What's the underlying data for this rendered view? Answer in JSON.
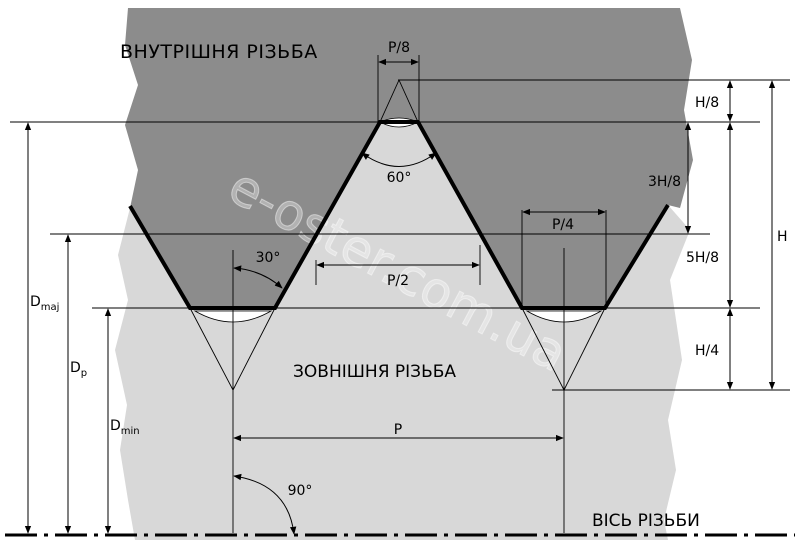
{
  "labels": {
    "internal_thread": "ВНУТРІШНЯ РІЗЬБА",
    "external_thread": "ЗОВНІШНЯ РІЗЬБА",
    "thread_axis": "ВІСЬ РІЗЬБИ",
    "p_over_8": "P/8",
    "p_over_4": "P/4",
    "p_over_2": "P/2",
    "pitch": "P",
    "angle_60": "60°",
    "angle_30": "30°",
    "angle_90": "90°",
    "h_over_8": "H/8",
    "three_h_over_8": "3H/8",
    "five_h_over_8": "5H/8",
    "h_over_4": "H/4",
    "h": "H",
    "d_maj": "D",
    "d_maj_sub": "maj",
    "d_p": "D",
    "d_p_sub": "p",
    "d_min": "D",
    "d_min_sub": "min"
  },
  "watermark": "e-oster.com.ua",
  "colors": {
    "internal_fill": "#8c8c8c",
    "external_fill": "#d8d8d8",
    "profile_stroke": "#000000",
    "line": "#000000"
  }
}
